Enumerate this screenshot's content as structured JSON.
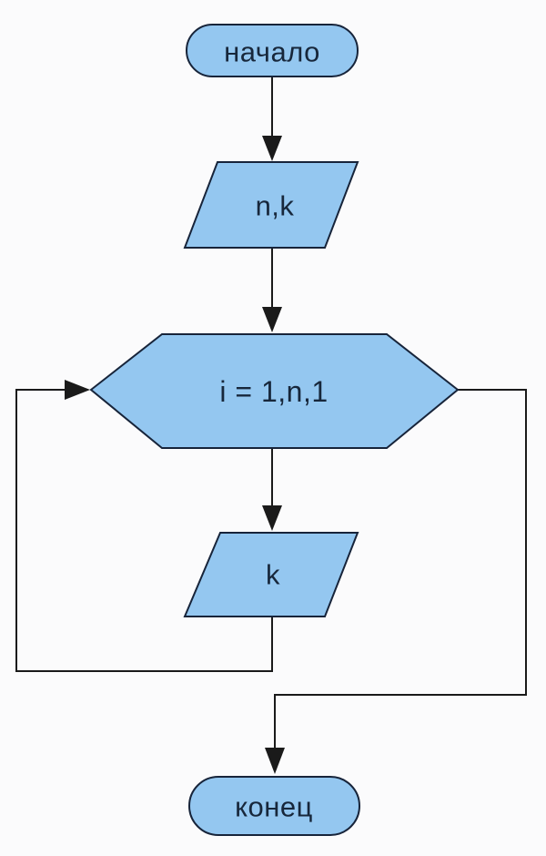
{
  "diagram": {
    "type": "flowchart",
    "direction": "top-down",
    "nodes": [
      {
        "id": "start",
        "shape": "terminator",
        "label": "начало"
      },
      {
        "id": "input",
        "shape": "parallelogram",
        "label": "n,k"
      },
      {
        "id": "loop",
        "shape": "hexagon",
        "label": "i = 1,n,1"
      },
      {
        "id": "output",
        "shape": "parallelogram",
        "label": "k"
      },
      {
        "id": "end",
        "shape": "terminator",
        "label": "конец"
      }
    ],
    "edges": [
      {
        "from": "start",
        "to": "input",
        "kind": "straight-down"
      },
      {
        "from": "input",
        "to": "loop",
        "kind": "straight-down"
      },
      {
        "from": "loop",
        "to": "output",
        "kind": "straight-down"
      },
      {
        "from": "output",
        "to": "loop",
        "kind": "loop-back-left"
      },
      {
        "from": "loop",
        "to": "end",
        "kind": "loop-exit-right"
      }
    ],
    "colors": {
      "node_fill": "#94c7f0",
      "node_border": "#17243a",
      "line": "#1a1a1a",
      "text": "#17273b",
      "background": "#fbfbfc"
    }
  }
}
